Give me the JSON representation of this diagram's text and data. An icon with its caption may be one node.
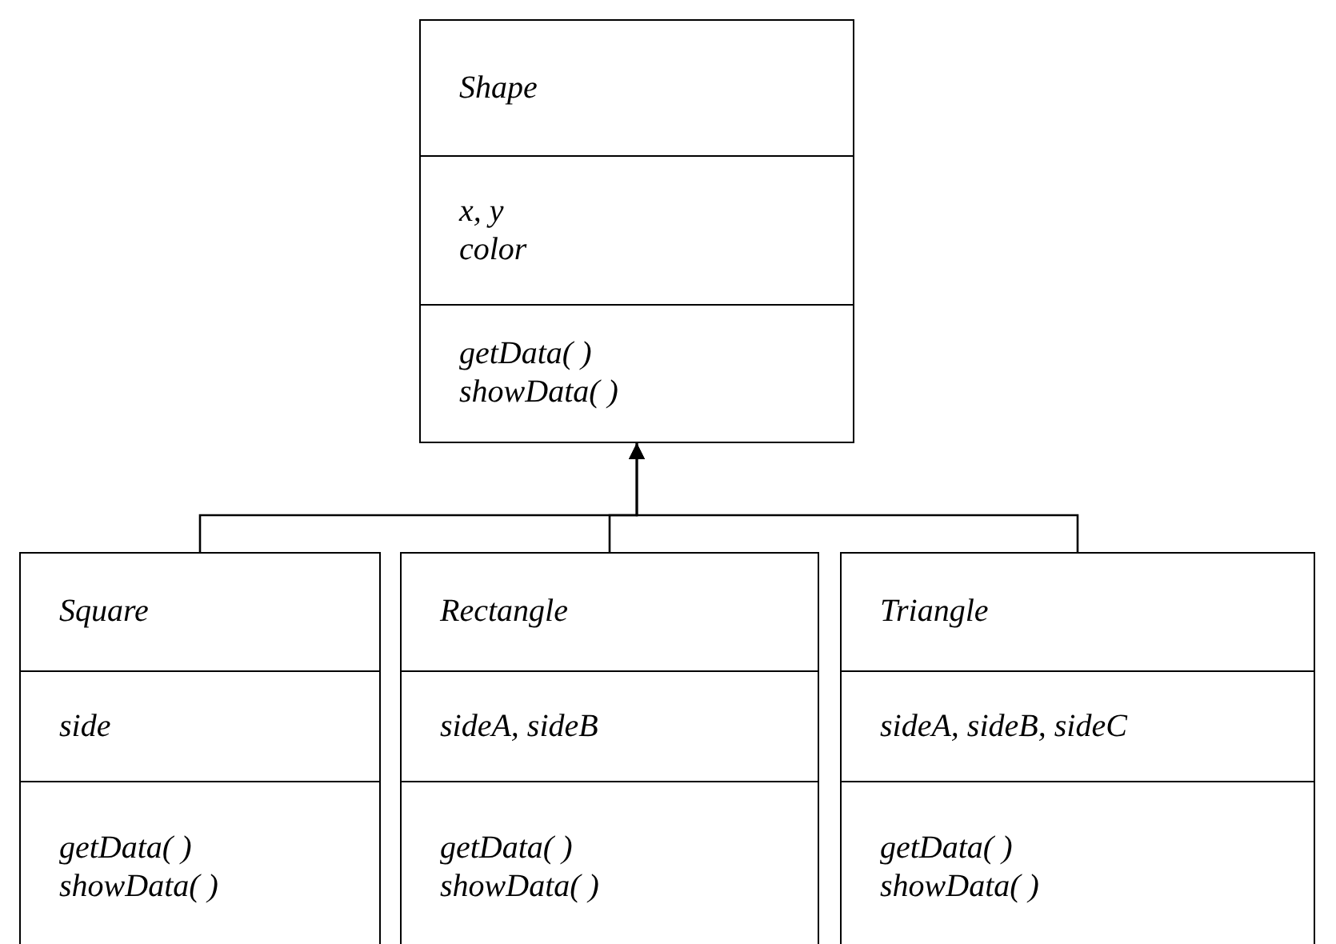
{
  "diagram": {
    "nodes": [
      {
        "text": [
          "Shape",
          "x, y",
          "color",
          "getData( )",
          "showData( )"
        ]
      },
      {
        "text": [
          "Square",
          "side",
          "getData( )",
          "showData( )"
        ]
      },
      {
        "text": [
          "Rectangle",
          "sideA, sideB",
          "getData( )",
          "showData( )"
        ]
      },
      {
        "text": [
          "Triangle",
          "sideA, sideB, sideC",
          "getData( )",
          "showData( )"
        ]
      }
    ],
    "edges": [
      {
        "from": 1,
        "to": 0,
        "arrow": "to"
      },
      {
        "from": 2,
        "to": 0,
        "arrow": "to"
      },
      {
        "from": 3,
        "to": 0,
        "arrow": "to"
      }
    ]
  }
}
